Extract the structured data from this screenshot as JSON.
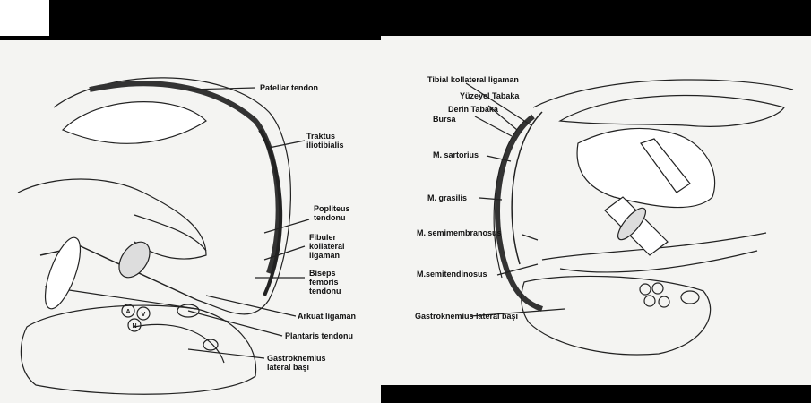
{
  "left_labels": {
    "patellar_tendon": "Patellar tendon",
    "traktus": "Traktus\niliotibialis",
    "popliteus": "Popliteus\ntendonu",
    "fibuler": "Fibuler\nkollateral\nligaman",
    "biseps": "Biseps\nfemoris\ntendonu",
    "arkuat": "Arkuat ligaman",
    "plantaris": "Plantaris tendonu",
    "gastro": "Gastroknemius\nlateral başı"
  },
  "right_labels": {
    "tibial": "Tibial kollateral ligaman",
    "yuzeyel": "Yüzeyel Tabaka",
    "derin": "Derin Tabaka",
    "bursa": "Bursa",
    "sartorius": "M. sartorius",
    "grasilis": "M. grasilis",
    "semimembranosus": "M. semimembranosus",
    "semitendinosus": "M.semitendinosus",
    "gastro": "Gastroknemius lateral başı"
  },
  "vessel_marks": [
    "A",
    "V",
    "N"
  ]
}
